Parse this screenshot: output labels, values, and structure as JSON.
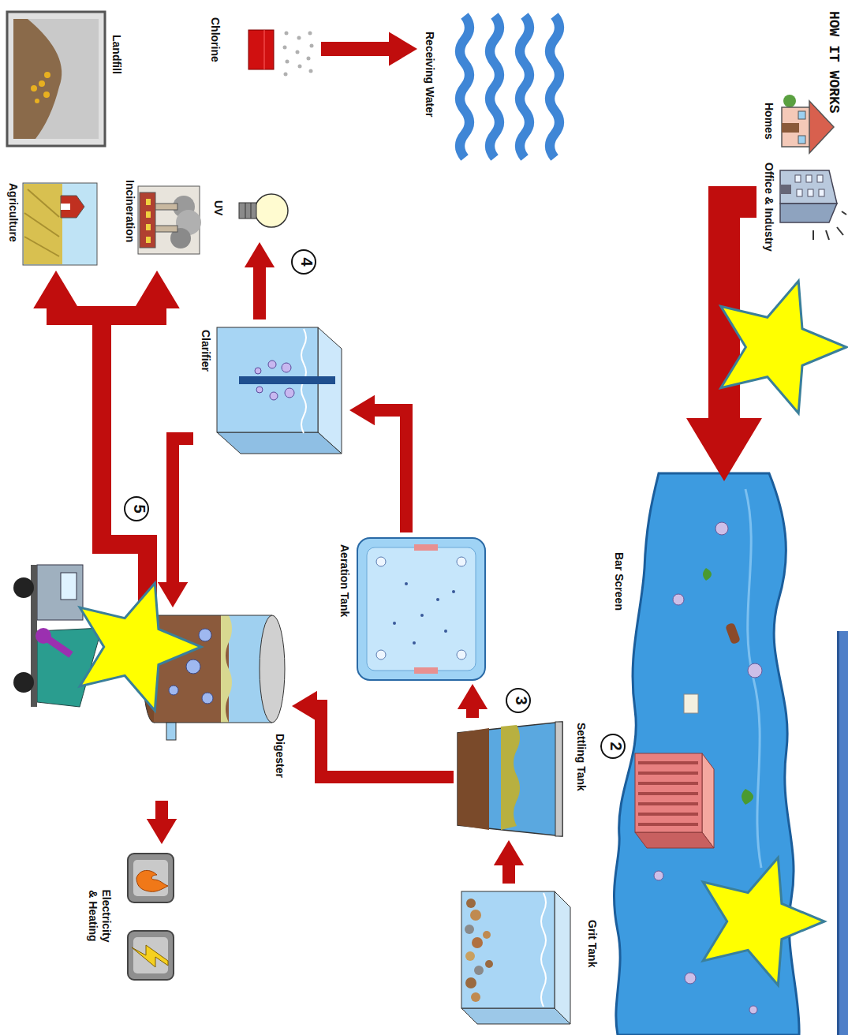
{
  "diagram": {
    "title": "HOW IT WORKS",
    "nodes": [
      {
        "text": [
          "Homes"
        ]
      },
      {
        "text": [
          "Office & Industry"
        ]
      },
      {
        "text": [
          "Bar Screen"
        ]
      },
      {
        "text": [
          "Grit Tank"
        ]
      },
      {
        "text": [
          "Settling Tank"
        ]
      },
      {
        "text": [
          "Aeration Tank"
        ]
      },
      {
        "text": [
          "Clarifier"
        ]
      },
      {
        "text": [
          "Chlorine"
        ]
      },
      {
        "text": [
          "UV"
        ]
      },
      {
        "text": [
          "Receiving Water"
        ]
      },
      {
        "text": [
          "Digester"
        ]
      },
      {
        "text": [
          "Electricity & Heating"
        ]
      },
      {
        "text": [
          "Landfill"
        ]
      },
      {
        "text": [
          "Incineration"
        ]
      },
      {
        "text": [
          "Agriculture"
        ]
      }
    ],
    "edges": [
      {
        "from": 1,
        "to": 2,
        "arrow": "to"
      },
      {
        "from": 3,
        "to": 4,
        "arrow": "to"
      },
      {
        "from": 4,
        "to": 5,
        "arrow": "to"
      },
      {
        "from": 4,
        "to": 10,
        "arrow": "to"
      },
      {
        "from": 5,
        "to": 6,
        "arrow": "to"
      },
      {
        "from": 6,
        "to": 10,
        "arrow": "to"
      },
      {
        "from": 6,
        "to": 8,
        "arrow": "to"
      },
      {
        "from": 7,
        "to": 9,
        "arrow": "to"
      },
      {
        "from": 10,
        "to": 11,
        "arrow": "to"
      },
      {
        "from": 10,
        "to": 13,
        "arrow": "to"
      },
      {
        "from": 10,
        "to": 14,
        "arrow": "to"
      }
    ],
    "labels": [
      "2",
      "3",
      "4",
      "5"
    ]
  }
}
